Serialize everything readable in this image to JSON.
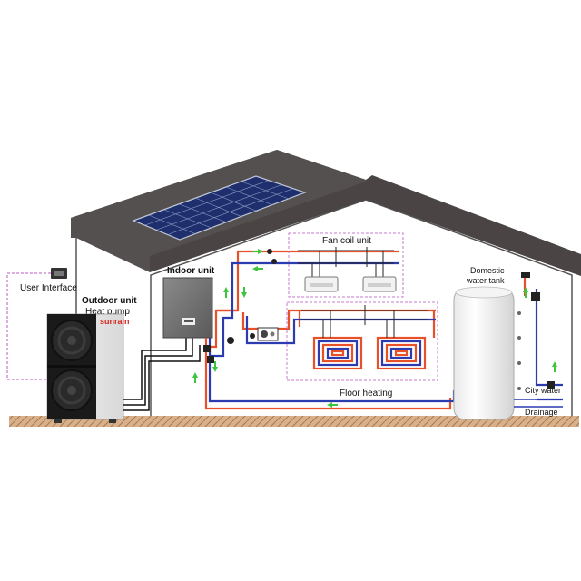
{
  "labels": {
    "user_interface": "User Interface",
    "outdoor_unit": "Outdoor unit",
    "heat_pump": "Heat pump",
    "brand": "sunrain",
    "indoor_unit": "Indoor unit",
    "fan_coil_unit": "Fan coil unit",
    "floor_heating": "Floor heating",
    "domestic_line1": "Domestic",
    "domestic_line2": "water tank",
    "city_water": "City water",
    "drainage": "Drainage"
  },
  "colors": {
    "roof": "#4a4444",
    "hot_pipe": "#e8502a",
    "cold_pipe": "#2b3bb0",
    "flow_arrow": "#3cc63c",
    "zone_border": "#c77ad0",
    "solar_panel": "#2a3f82",
    "floor": "#c9a079"
  },
  "icons": [
    "solar-panel-icon",
    "heat-pump-unit-icon",
    "controller-icon",
    "pump-icon",
    "valve-icon",
    "fan-coil-icon",
    "floor-coil-icon",
    "water-tank-icon",
    "flow-arrow-icon"
  ]
}
